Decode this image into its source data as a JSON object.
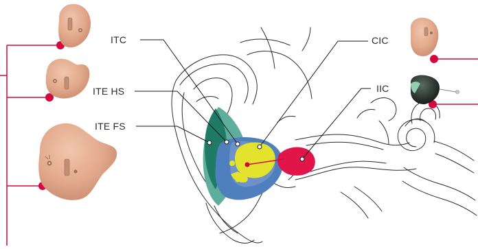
{
  "labels": {
    "itc": "ITC",
    "ite_hs": "ITE HS",
    "ite_fs": "ITE FS",
    "cic": "CIC",
    "iic": "IIC"
  },
  "colors": {
    "accent_red": "#d4083f",
    "leader_line": "#1a1a1a",
    "ear_outline": "#2a2a2a",
    "skin": "#e2a98c",
    "ite_fs_fill": "#5fae9c",
    "ite_fs_dark": "#1f7a66",
    "ite_hs_fill": "#4f7fbd",
    "itc_fill": "#6e91c9",
    "cic_fill": "#e3e22c",
    "iic_fill": "#e2154a"
  },
  "icons": [
    "itc-device-icon",
    "ite-hs-device-icon",
    "ite-fs-device-icon",
    "cic-device-icon",
    "iic-device-icon"
  ]
}
